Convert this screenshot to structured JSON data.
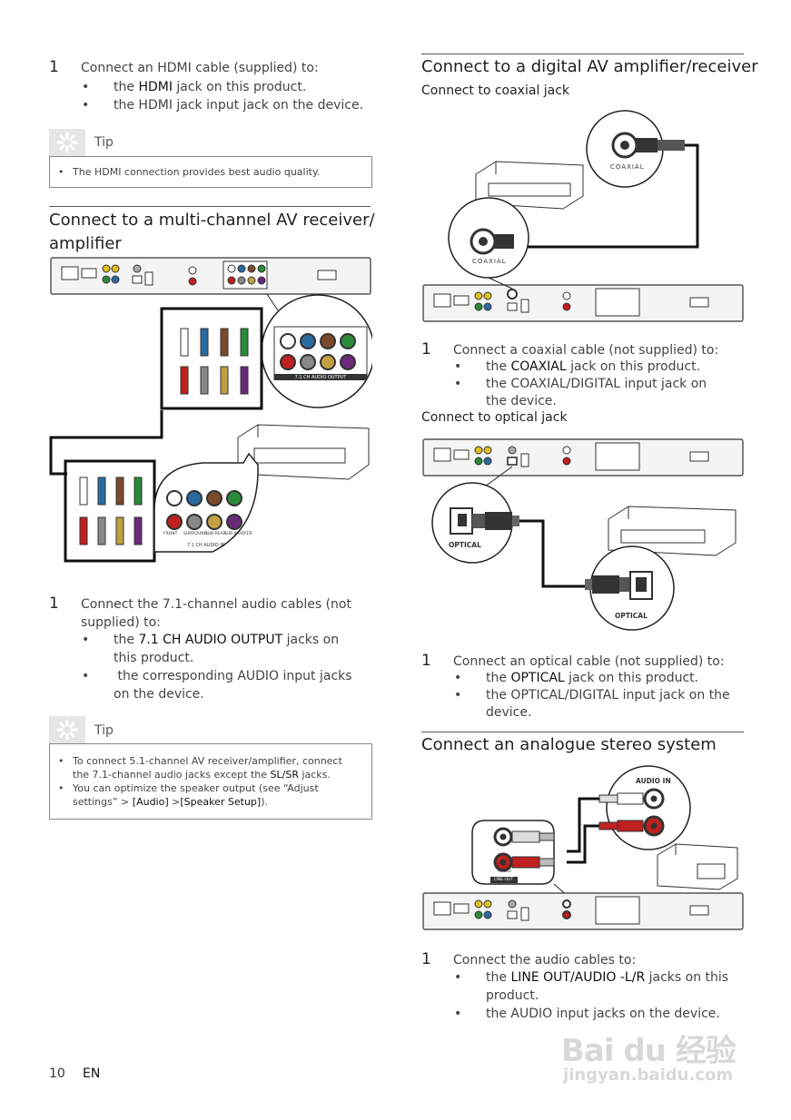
{
  "left": {
    "hdmi_step": {
      "num": "1",
      "text": "Connect an HDMI cable (supplied) to:",
      "b1_pre": "the ",
      "b1_bold": "HDMI",
      "b1_post": " jack on this product.",
      "b2": "the HDMI jack input jack on the device."
    },
    "tip1": {
      "label": "Tip",
      "text": "The HDMI connection provides best audio quality."
    },
    "multi_heading_l1": "Connect to a multi-channel AV receiver/",
    "multi_heading_l2": "amplifier",
    "multi_diagram": {
      "panel_label": "7.1 CH AUDIO OUTPUT",
      "receiver_label": "7.1 CH AUDIO IN",
      "jack_labels": [
        "FRONT",
        "SURROUND",
        "SUB REAR",
        "SUB WOOFER"
      ]
    },
    "multi_step": {
      "num": "1",
      "text_l1": "Connect the 7.1-channel audio cables (not",
      "text_l2": "supplied) to:",
      "b1_pre": "the ",
      "b1_bold": "7.1 CH AUDIO OUTPUT",
      "b1_post": " jacks on",
      "b1_l2": "this product.",
      "b2_l1": " the corresponding AUDIO input jacks",
      "b2_l2": "on the device."
    },
    "tip2": {
      "label": "Tip",
      "t1_l1": "To connect 5.1-channel AV receiver/amplifier, connect",
      "t1_l2_pre": "the 7.1-channel audio jacks except the ",
      "t1_l2_bold": "SL/SR",
      "t1_l2_post": " jacks.",
      "t2_l1": "You can optimize the speaker output (see “Adjust",
      "t2_l2_pre": "settings” > ",
      "t2_l2_b1": "[Audio]",
      "t2_l2_mid": " >",
      "t2_l2_b2": "[Speaker Setup]",
      "t2_l2_post": ")."
    }
  },
  "right": {
    "digital_heading": "Connect to a digital AV amplifier/receiver",
    "coax_subheading": "Connect to coaxial jack",
    "coax_diagram": {
      "label_top": "COAXIAL",
      "label_bottom": "COAXIAL"
    },
    "coax_step": {
      "num": "1",
      "text": "Connect a coaxial cable (not supplied) to:",
      "b1_pre": "the ",
      "b1_bold": "COAXIAL",
      "b1_post": " jack on this product.",
      "b2_l1": "the COAXIAL/DIGITAL input jack on",
      "b2_l2": "the device."
    },
    "optical_subheading": "Connect to optical jack",
    "optical_diagram": {
      "label_left": "OPTICAL",
      "label_right": "OPTICAL"
    },
    "optical_step": {
      "num": "1",
      "text": "Connect an optical cable (not supplied) to:",
      "b1_pre": "the ",
      "b1_bold": "OPTICAL",
      "b1_post": " jack on this product.",
      "b2_l1": "the OPTICAL/DIGITAL input jack on the",
      "b2_l2": "device."
    },
    "analogue_heading": "Connect an analogue stereo system",
    "analogue_diagram": {
      "audio_in": "AUDIO IN",
      "audio_label": "AUDIO",
      "line_out": "LINE OUT"
    },
    "analogue_step": {
      "num": "1",
      "text": "Connect the audio cables to:",
      "b1_pre": "the ",
      "b1_bold": "LINE OUT/AUDIO -L/R",
      "b1_post": " jacks on this",
      "b1_l2": "product.",
      "b2": "the AUDIO input jacks on the device."
    }
  },
  "footer": {
    "page": "10",
    "lang": "EN"
  },
  "watermark": {
    "brand": "Bai du 经验",
    "url": "jingyan.baidu.com"
  },
  "bullet_char": "•"
}
